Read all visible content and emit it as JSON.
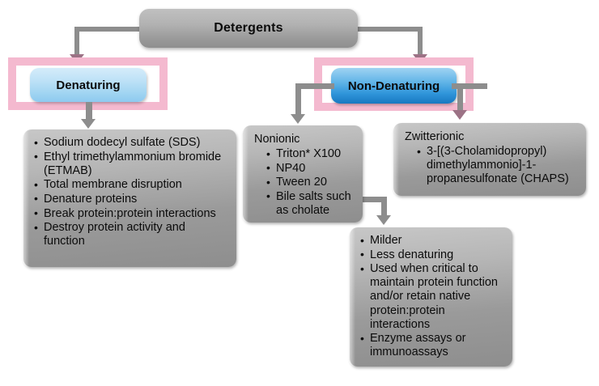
{
  "diagram": {
    "title": "Detergents classification flowchart",
    "colors": {
      "highlight_pink": "#f4b9cf",
      "node_gray": "#9a9a9a",
      "denaturing_blue": "#a4d6f2",
      "nondenaturing_blue": "#2f95da",
      "connector_gray": "#8d8d8d",
      "connector_mauve": "#9c7285",
      "text": "#0b0b0b",
      "background": "#ffffff"
    },
    "root": {
      "label": "Detergents"
    },
    "branches": {
      "denaturing": {
        "label": "Denaturing",
        "highlighted": true,
        "details": [
          "Sodium dodecyl sulfate (SDS)",
          "Ethyl trimethylammonium bromide (ETMAB)",
          "Total membrane disruption",
          "Denature proteins",
          "Break protein:protein interactions",
          "Destroy protein activity and function"
        ]
      },
      "nondenaturing": {
        "label": "Non-Denaturing",
        "highlighted": true,
        "nonionic": {
          "label": "Nonionic",
          "items": [
            "Triton* X100",
            "NP40",
            "Tween 20",
            "Bile salts such as cholate"
          ]
        },
        "zwitterionic": {
          "label": "Zwitterionic",
          "items": [
            "3-[(3-Cholamidopropyl) dimethylammonio]-1-propanesulfonate (CHAPS)"
          ]
        },
        "properties": [
          "Milder",
          "Less denaturing",
          "Used when critical to maintain protein function and/or retain native protein:protein interactions",
          "Enzyme assays or immunoassays"
        ]
      }
    }
  }
}
